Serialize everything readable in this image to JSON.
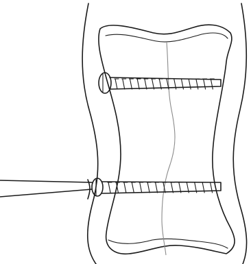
{
  "figure": {
    "subject": "bone-with-two-lag-screws-across-fracture",
    "colors": {
      "line": "#1a1a1a",
      "fracture": "#8a8a8a",
      "background": "#ffffff"
    },
    "screws": [
      {
        "name": "upper-screw",
        "thread_turns": 14,
        "has_driver": false
      },
      {
        "name": "lower-screw",
        "thread_turns": 14,
        "has_driver": true
      }
    ]
  }
}
